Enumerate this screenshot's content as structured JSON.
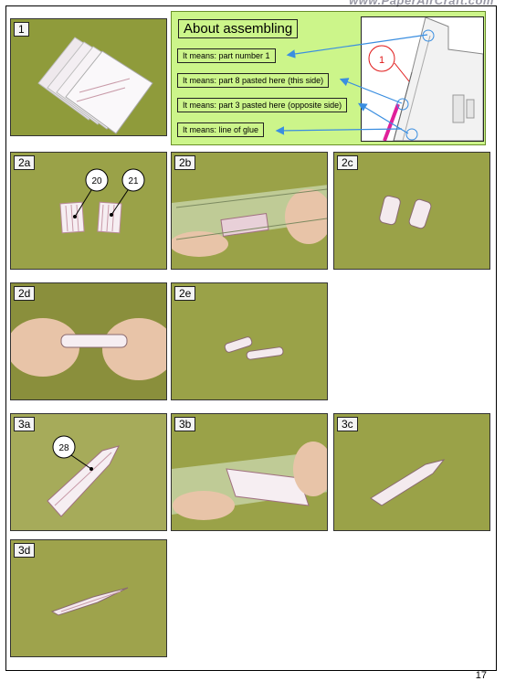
{
  "header": {
    "url_text": "www.PaperAirCraft.com"
  },
  "legend": {
    "title": "About assembling",
    "items": [
      "It means: part number 1",
      "It means: part 8 pasted here (this side)",
      "It means: part 3 pasted here (opposite side)",
      "It means: line of glue"
    ],
    "diagram_callout": "1"
  },
  "steps": {
    "s1": "1",
    "s2a": "2a",
    "s2b": "2b",
    "s2c": "2c",
    "s2d": "2d",
    "s2e": "2e",
    "s3a": "3a",
    "s3b": "3b",
    "s3c": "3c",
    "s3d": "3d"
  },
  "callouts": {
    "part20": "20",
    "part21": "21",
    "part28": "28"
  },
  "page_number": "17",
  "colors": {
    "legend_bg": "#ccf58a",
    "arrow": "#3a8ee0",
    "callout_ring": "#e01818",
    "glue_line": "#e0209a"
  }
}
